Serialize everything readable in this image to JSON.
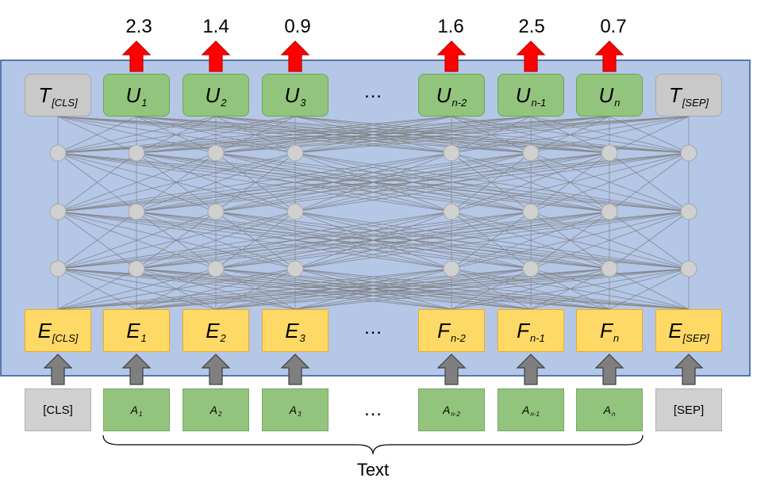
{
  "scores": [
    "2.3",
    "1.4",
    "0.9",
    "1.6",
    "2.5",
    "0.7"
  ],
  "output_row": [
    {
      "main": "T",
      "sub": "[CLS]",
      "kind": "gray"
    },
    {
      "main": "U",
      "sub": "1",
      "kind": "green"
    },
    {
      "main": "U",
      "sub": "2",
      "kind": "green"
    },
    {
      "main": "U",
      "sub": "3",
      "kind": "green"
    },
    {
      "main": "U",
      "sub": "n-2",
      "kind": "green"
    },
    {
      "main": "U",
      "sub": "n-1",
      "kind": "green"
    },
    {
      "main": "U",
      "sub": "n",
      "kind": "green"
    },
    {
      "main": "T",
      "sub": "[SEP]",
      "kind": "gray"
    }
  ],
  "embedding_row": [
    {
      "main": "E",
      "sub": "[CLS]"
    },
    {
      "main": "E",
      "sub": "1"
    },
    {
      "main": "E",
      "sub": "2"
    },
    {
      "main": "E",
      "sub": "3"
    },
    {
      "main": "F",
      "sub": "n-2"
    },
    {
      "main": "F",
      "sub": "n-1"
    },
    {
      "main": "F",
      "sub": "n"
    },
    {
      "main": "E",
      "sub": "[SEP]"
    }
  ],
  "input_row": [
    {
      "main": "[CLS]",
      "sub": "",
      "kind": "gray"
    },
    {
      "main": "A",
      "sub": "1",
      "kind": "green"
    },
    {
      "main": "A",
      "sub": "2",
      "kind": "green"
    },
    {
      "main": "A",
      "sub": "3",
      "kind": "green"
    },
    {
      "main": "A",
      "sub": "n-2",
      "kind": "green"
    },
    {
      "main": "A",
      "sub": "n-1",
      "kind": "green"
    },
    {
      "main": "A",
      "sub": "n",
      "kind": "green"
    },
    {
      "main": "[SEP]",
      "sub": "",
      "kind": "gray"
    }
  ],
  "ellipsis": "…",
  "brace_label": "Text",
  "colors": {
    "panel": "#b4c7e7",
    "panel_border": "#2f5597",
    "output_arrow": "#ff0000",
    "input_arrow": "#7f7f7f",
    "node": "#d0d0d0",
    "edge": "#7f7f7f"
  }
}
